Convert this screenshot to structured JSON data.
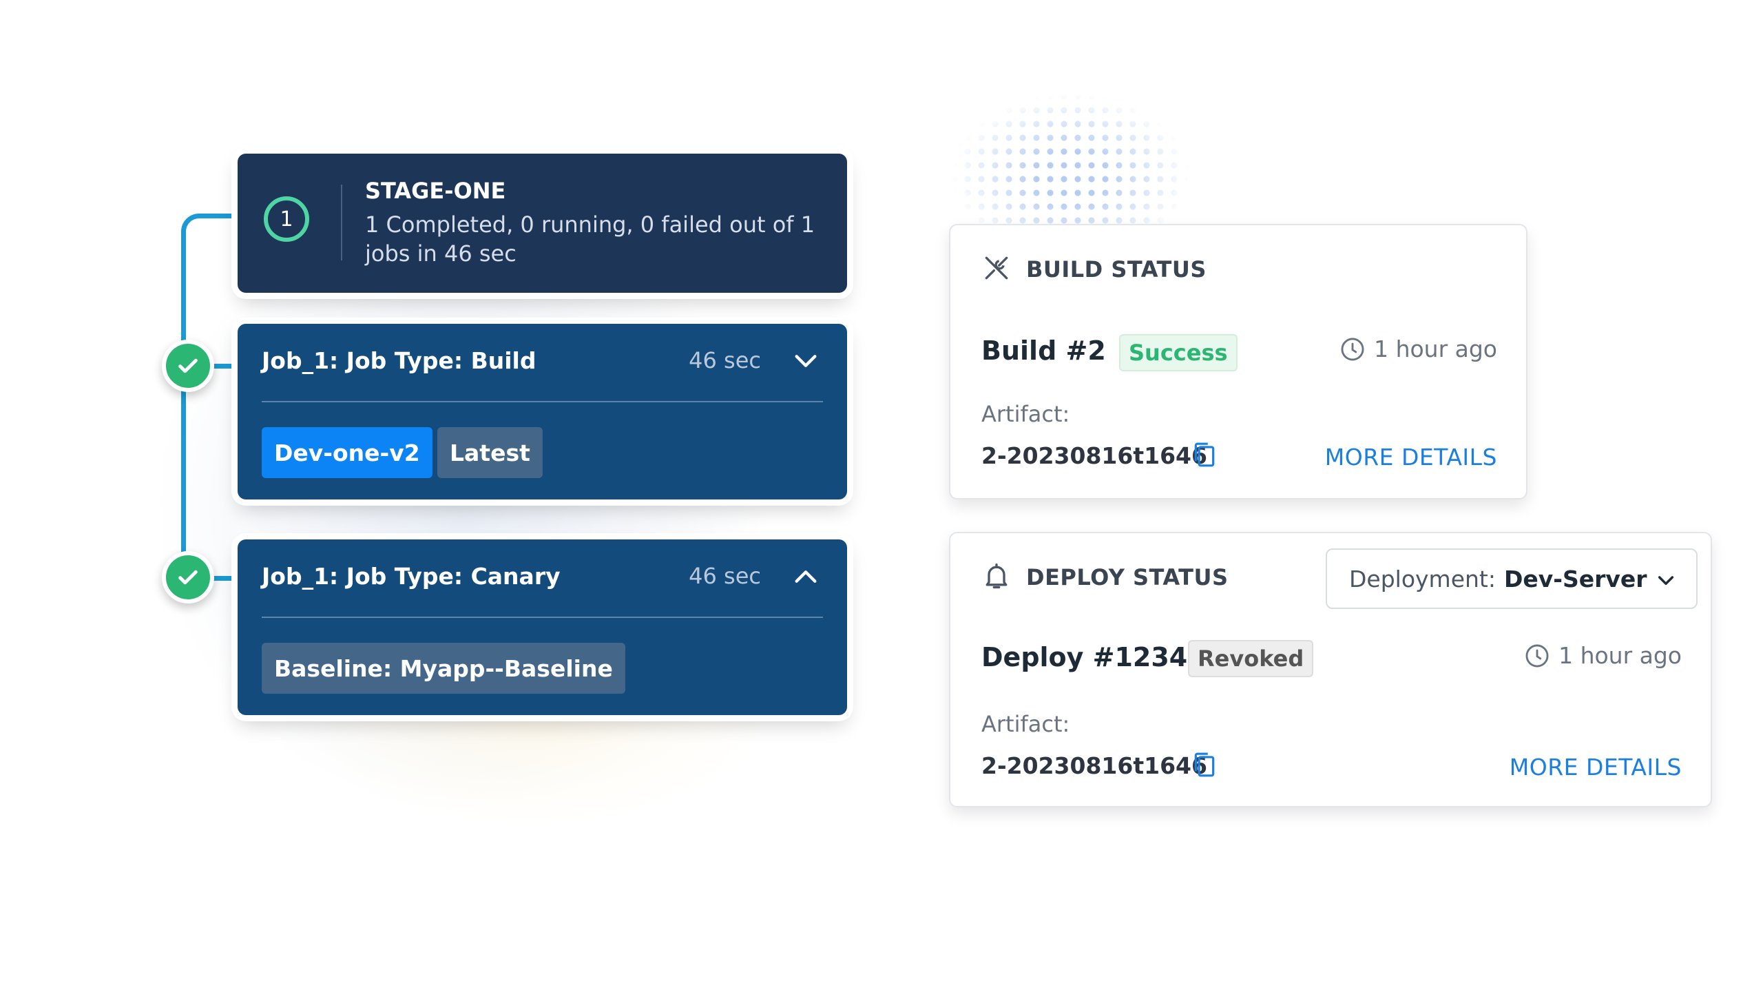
{
  "pipeline": {
    "stage": {
      "number": "1",
      "name": "STAGE-ONE",
      "summary": "1 Completed, 0 running, 0 failed out of 1 jobs in 46 sec"
    },
    "jobs": [
      {
        "title": "Job_1: Job Type: Build",
        "duration": "46 sec",
        "chevron": "chevron-down-icon",
        "tags": [
          "Dev-one-v2",
          "Latest"
        ]
      },
      {
        "title": "Job_1: Job Type: Canary",
        "duration": "46 sec",
        "chevron": "chevron-up-icon",
        "tags": [
          "Baseline: Myapp--Baseline"
        ]
      }
    ]
  },
  "build_status": {
    "heading": "BUILD STATUS",
    "icon": "tools-icon",
    "entry": "Build #2",
    "status": "Success",
    "time": "1 hour ago",
    "artifact_label": "Artifact:",
    "artifact_value": "2-20230816t1646",
    "link": "MORE DETAILS"
  },
  "deploy_status": {
    "heading": "DEPLOY STATUS",
    "icon": "bell-icon",
    "deployment_label": "Deployment:",
    "deployment_value": "Dev-Server",
    "entry": "Deploy #1234",
    "status": "Revoked",
    "time": "1 hour ago",
    "artifact_label": "Artifact:",
    "artifact_value": "2-20230816t1646",
    "link": "MORE DETAILS"
  },
  "colors": {
    "stage_bg": "#1d3557",
    "job_bg": "#134b7c",
    "connector": "#1a9ad6",
    "success": "#2bb673",
    "link": "#1a7fe0",
    "tag_primary": "#0d84f5"
  }
}
